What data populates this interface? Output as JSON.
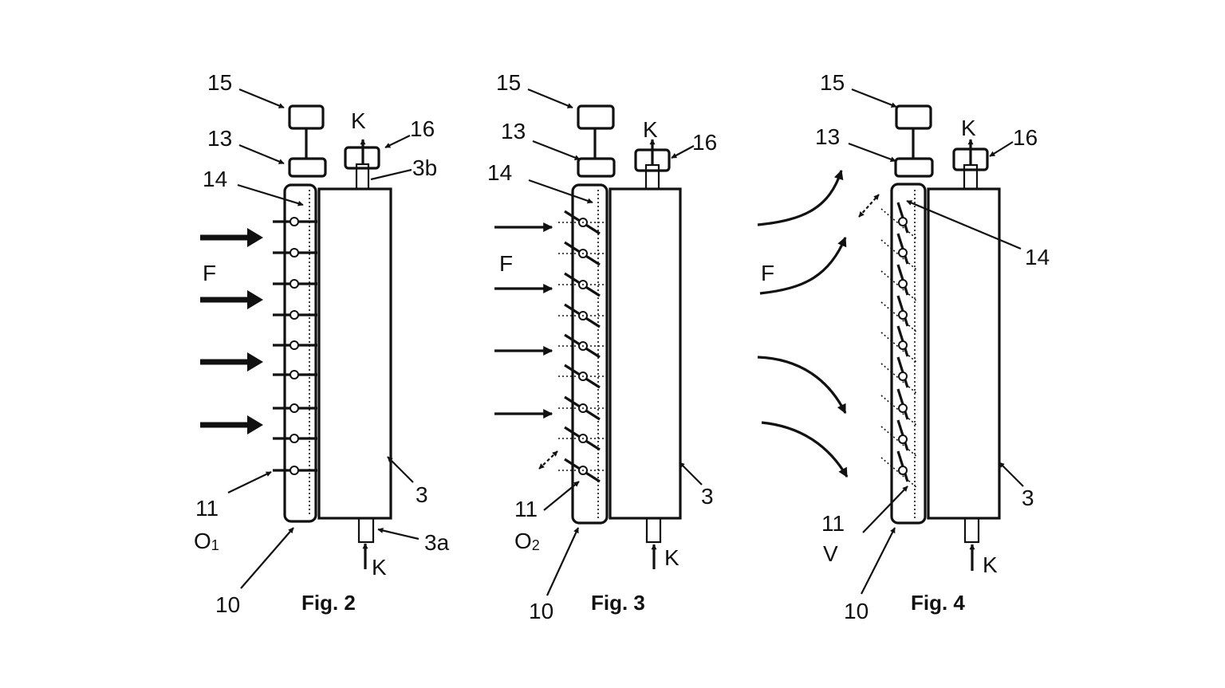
{
  "figures": [
    {
      "id": "fig2",
      "caption": "Fig. 2",
      "labels": {
        "l15": "15",
        "l13": "13",
        "l14": "14",
        "l16": "16",
        "k_top": "K",
        "k_bottom": "K",
        "l3b": "3b",
        "l3a": "3a",
        "l3": "3",
        "l11": "11",
        "l10": "10",
        "F": "F",
        "state_main": "O",
        "state_sub": "1"
      },
      "flap_state": "open-perpendicular",
      "flow": "straight-thick"
    },
    {
      "id": "fig3",
      "caption": "Fig. 3",
      "labels": {
        "l15": "15",
        "l13": "13",
        "l14": "14",
        "l16": "16",
        "k_top": "K",
        "k_bottom": "K",
        "l3": "3",
        "l11": "11",
        "l10": "10",
        "F": "F",
        "state_main": "O",
        "state_sub": "2"
      },
      "flap_state": "open-angled",
      "flow": "straight-thin"
    },
    {
      "id": "fig4",
      "caption": "Fig. 4",
      "labels": {
        "l15": "15",
        "l13": "13",
        "l14": "14",
        "l16": "16",
        "k_top": "K",
        "k_bottom": "K",
        "l3": "3",
        "l11": "11",
        "l10": "10",
        "F": "F",
        "state_main": "V"
      },
      "flap_state": "closed",
      "flow": "deflected"
    }
  ]
}
